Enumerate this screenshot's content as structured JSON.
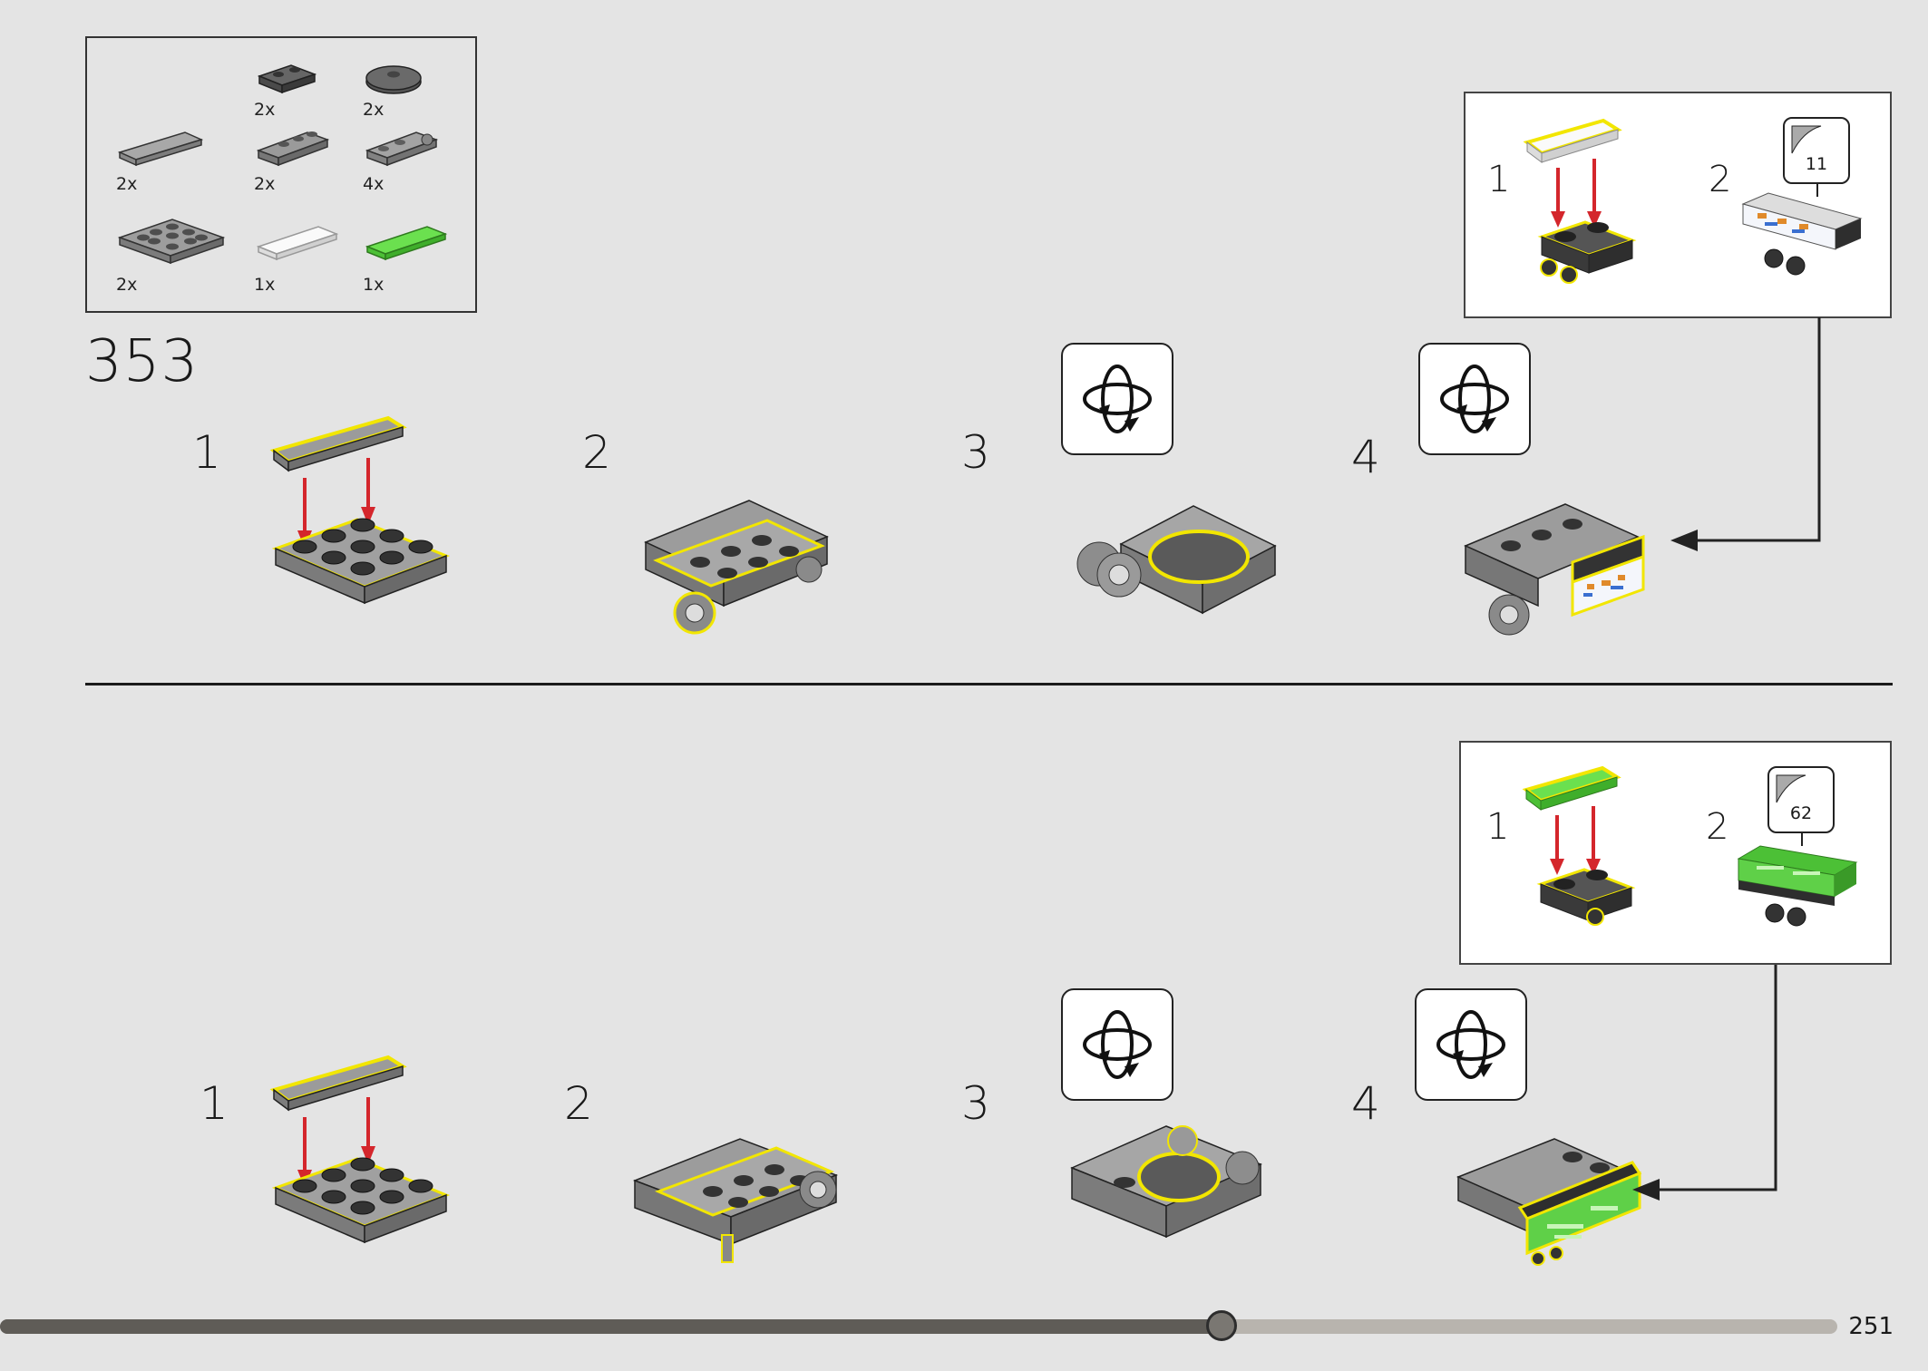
{
  "parts_list": {
    "items": [
      {
        "qty": "2x",
        "icon": "plate-with-clip-icon"
      },
      {
        "qty": "2x",
        "icon": "round-plate-icon"
      },
      {
        "qty": "2x",
        "icon": "tile-1x4-grey-icon"
      },
      {
        "qty": "2x",
        "icon": "plate-with-clips-icon"
      },
      {
        "qty": "4x",
        "icon": "plate-with-pin-hole-icon"
      },
      {
        "qty": "2x",
        "icon": "plate-3x3-icon"
      },
      {
        "qty": "1x",
        "icon": "tile-white-icon"
      },
      {
        "qty": "1x",
        "icon": "tile-green-icon"
      }
    ]
  },
  "step_number": "353",
  "upper_row": {
    "substeps": [
      "1",
      "2",
      "3",
      "4"
    ],
    "callout": {
      "sub1": "1",
      "sub2": "2",
      "sticker": "11"
    }
  },
  "lower_row": {
    "substeps": [
      "1",
      "2",
      "3",
      "4"
    ],
    "callout": {
      "sub1": "1",
      "sub2": "2",
      "sticker": "62"
    }
  },
  "progress": {
    "fraction": 0.665
  },
  "page_number": "251",
  "colors": {
    "background": "#e4e4e4",
    "highlight": "#f2e600",
    "arrow": "#d4262c",
    "green_tile": "#5fd048"
  }
}
